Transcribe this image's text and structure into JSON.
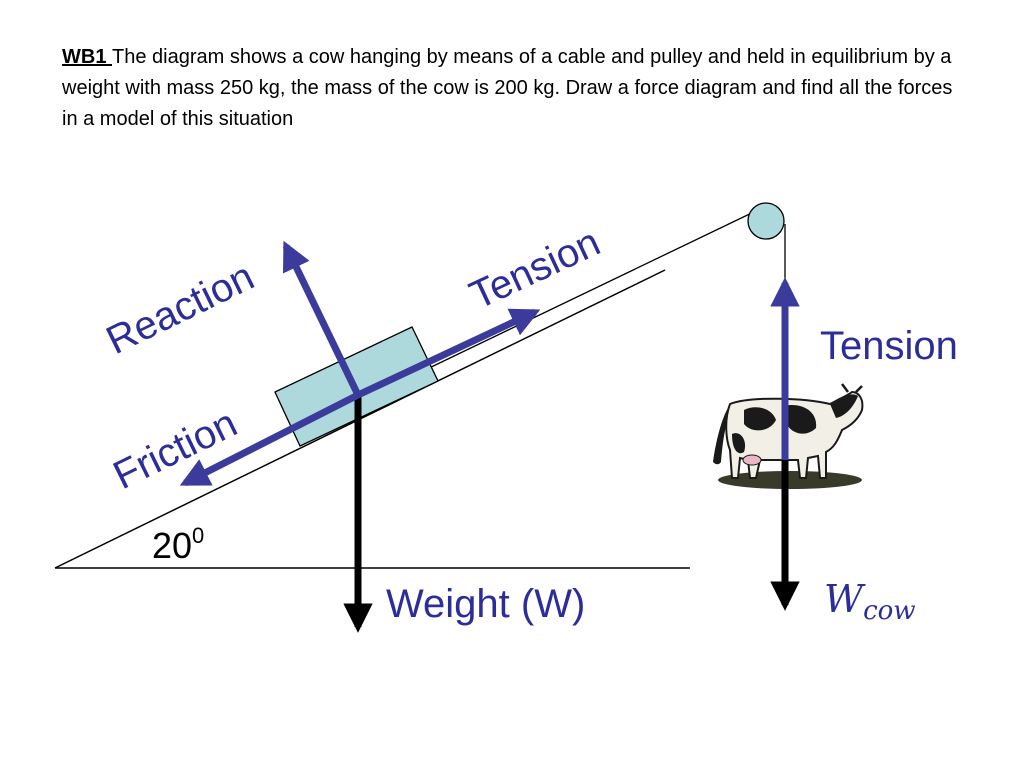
{
  "problem": {
    "tag": "WB1 ",
    "text": "The diagram shows a cow hanging by means of a cable and pulley and held in equilibrium by a weight with mass 250 kg, the mass of the cow is 200 kg. Draw a force diagram and find all the forces in a model of this situation"
  },
  "labels": {
    "reaction": "Reaction",
    "tension_slope": "Tension",
    "friction": "Friction",
    "tension_vertical": "Tension",
    "weight": "Weight (W)",
    "angle_value": "20",
    "angle_sup": "0",
    "w_cow_main": "W",
    "w_cow_sub": "cow"
  },
  "icons": {
    "cow": "cow-icon",
    "pulley": "pulley-icon"
  },
  "colors": {
    "force_arrow": "#3b3b9c",
    "label_blue": "#2d2d9a",
    "block_fill": "#add8dc",
    "pulley_fill": "#add8dc",
    "weight_arrow": "#000000"
  }
}
